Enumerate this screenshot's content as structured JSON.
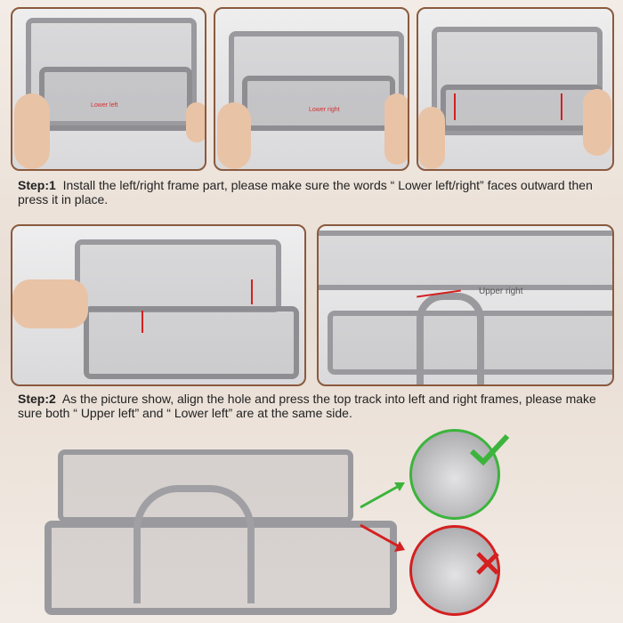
{
  "step1": {
    "label": "Step:1",
    "text": "Install the left/right frame part, please make sure the words “ Lower left/right” faces outward then press it in place."
  },
  "step2": {
    "label": "Step:2",
    "text": "As the picture show, align the hole and press the top track into left and right frames, please make sure both “ Upper left” and “ Lower left” are at the same side."
  },
  "photo_labels": {
    "p1": "Lower left",
    "p2": "Lower right",
    "p5": "Upper right"
  },
  "colors": {
    "frame": "#8a5a3e",
    "correct": "#3cb43c",
    "wrong": "#d42020"
  }
}
